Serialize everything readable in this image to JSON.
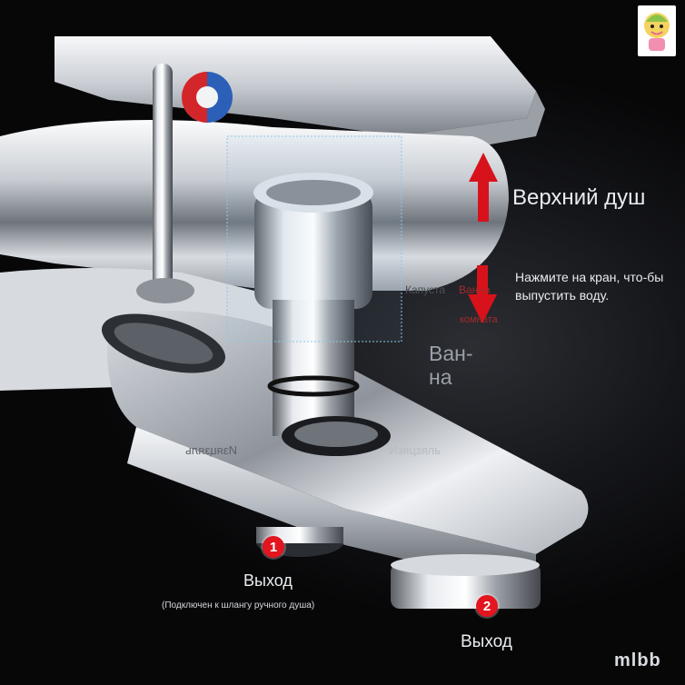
{
  "labels": {
    "upper_shower": "Верхний душ",
    "instruction": "Нажмите на кран, что-бы выпустить воду.",
    "tub": "Ван-на",
    "outlet_1": "Выход",
    "outlet_1_note": "(Подключен к шлангу ручного душа)",
    "outlet_2": "Выход",
    "watermark": "mlbb"
  },
  "ghost_text": {
    "kapusta": "Капуста",
    "vanna": "Ванна",
    "komnata": "комната",
    "mirrored": "Изяцзяль",
    "plain": "Изяцзяль"
  },
  "badges": {
    "outlet_1_number": "1",
    "outlet_2_number": "2"
  },
  "colors": {
    "arrow_red": "#d8121b",
    "badge_red": "#e3151f",
    "chrome_light": "#f2f4f6",
    "chrome_dark": "#3a3d42",
    "highlight_box": "#8fc6e6"
  },
  "icons": [
    "arrow-up-icon",
    "arrow-down-icon",
    "cartoon-logo-icon",
    "hot-cold-indicator-icon"
  ]
}
